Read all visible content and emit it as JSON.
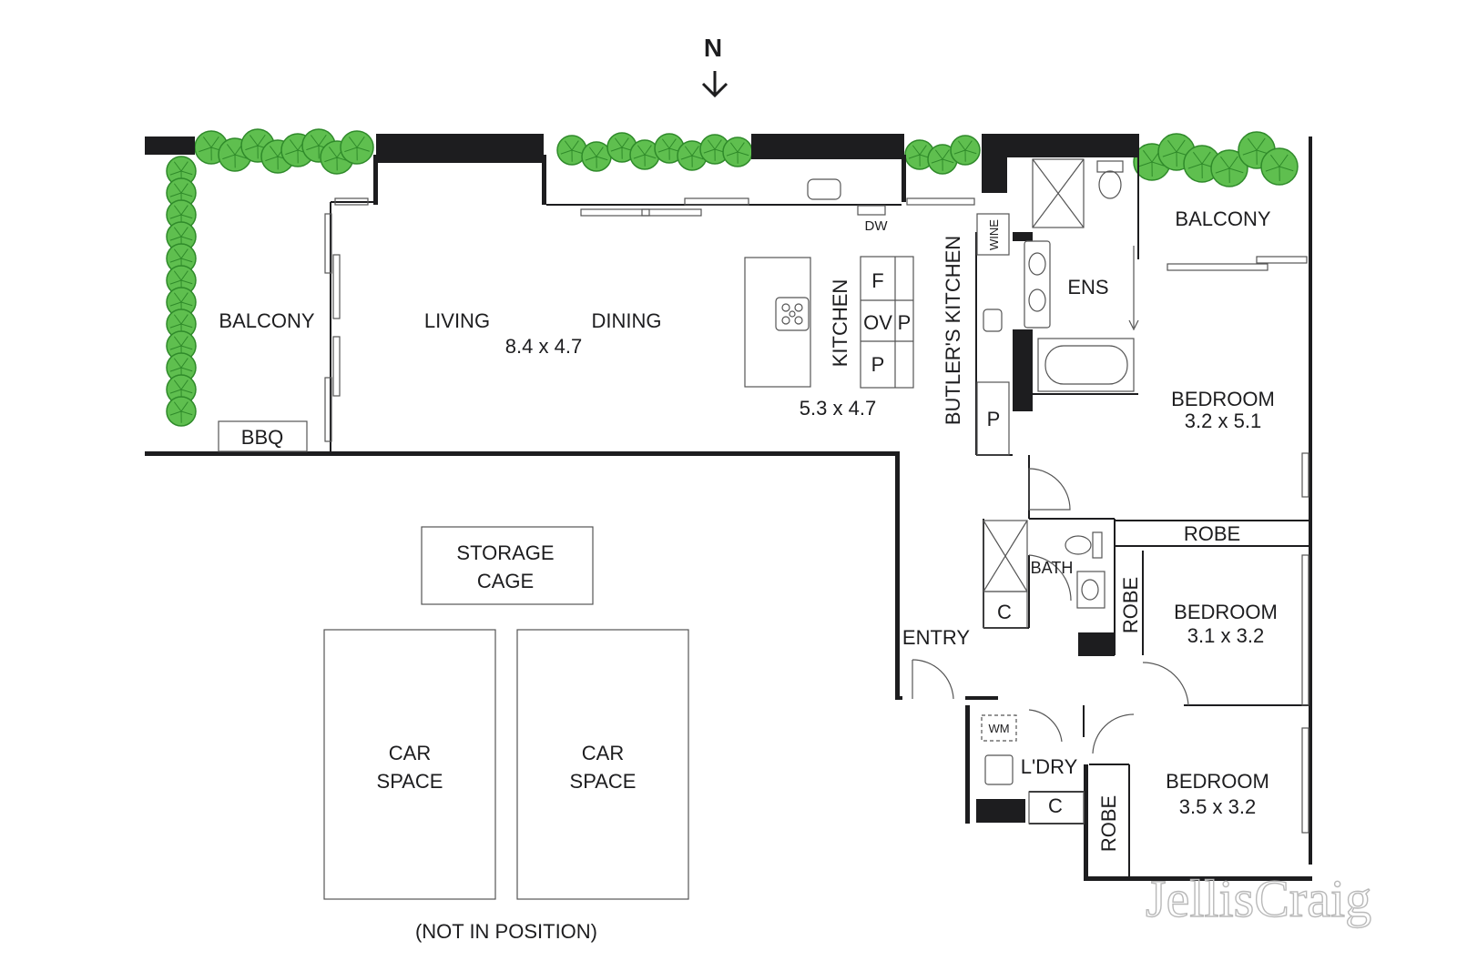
{
  "compass": {
    "letter": "N"
  },
  "rooms": {
    "balcony_west": "BALCONY",
    "bbq": "BBQ",
    "living": "LIVING",
    "living_dims": "8.4 x 4.7",
    "dining": "DINING",
    "kitchen": "KITCHEN",
    "kitchen_dims": "5.3 x 4.7",
    "dw": "DW",
    "fridge": "F",
    "oven": "OV",
    "pantry_a": "P",
    "pantry_b": "P",
    "butlers_kitchen": "BUTLER'S KITCHEN",
    "wine": "WINE",
    "butler_pantry": "P",
    "ens": "ENS",
    "balcony_east": "BALCONY",
    "bedroom1": "BEDROOM",
    "bedroom1_dims": "3.2 x 5.1",
    "robe1": "ROBE",
    "bath": "BATH",
    "bath_cupboard": "C",
    "robe2": "ROBE",
    "bedroom2": "BEDROOM",
    "bedroom2_dims": "3.1 x 3.2",
    "entry": "ENTRY",
    "wm": "WM",
    "laundry": "L'DRY",
    "laundry_cupboard": "C",
    "robe3": "ROBE",
    "bedroom3": "BEDROOM",
    "bedroom3_dims": "3.5 x 3.2"
  },
  "parking": {
    "storage_line1": "STORAGE",
    "storage_line2": "CAGE",
    "car1_line1": "CAR",
    "car1_line2": "SPACE",
    "car2_line1": "CAR",
    "car2_line2": "SPACE",
    "note": "(NOT IN POSITION)"
  },
  "watermark": "JellisCraig",
  "colors": {
    "wall": "#1d1d1f",
    "plant": "#5fbf4f",
    "plant_dark": "#2f8a2a"
  },
  "icons": [
    "north-arrow-icon",
    "cooktop-icon",
    "sink-icon",
    "toilet-icon",
    "bathtub-icon",
    "shower-icon",
    "plant-icon"
  ]
}
